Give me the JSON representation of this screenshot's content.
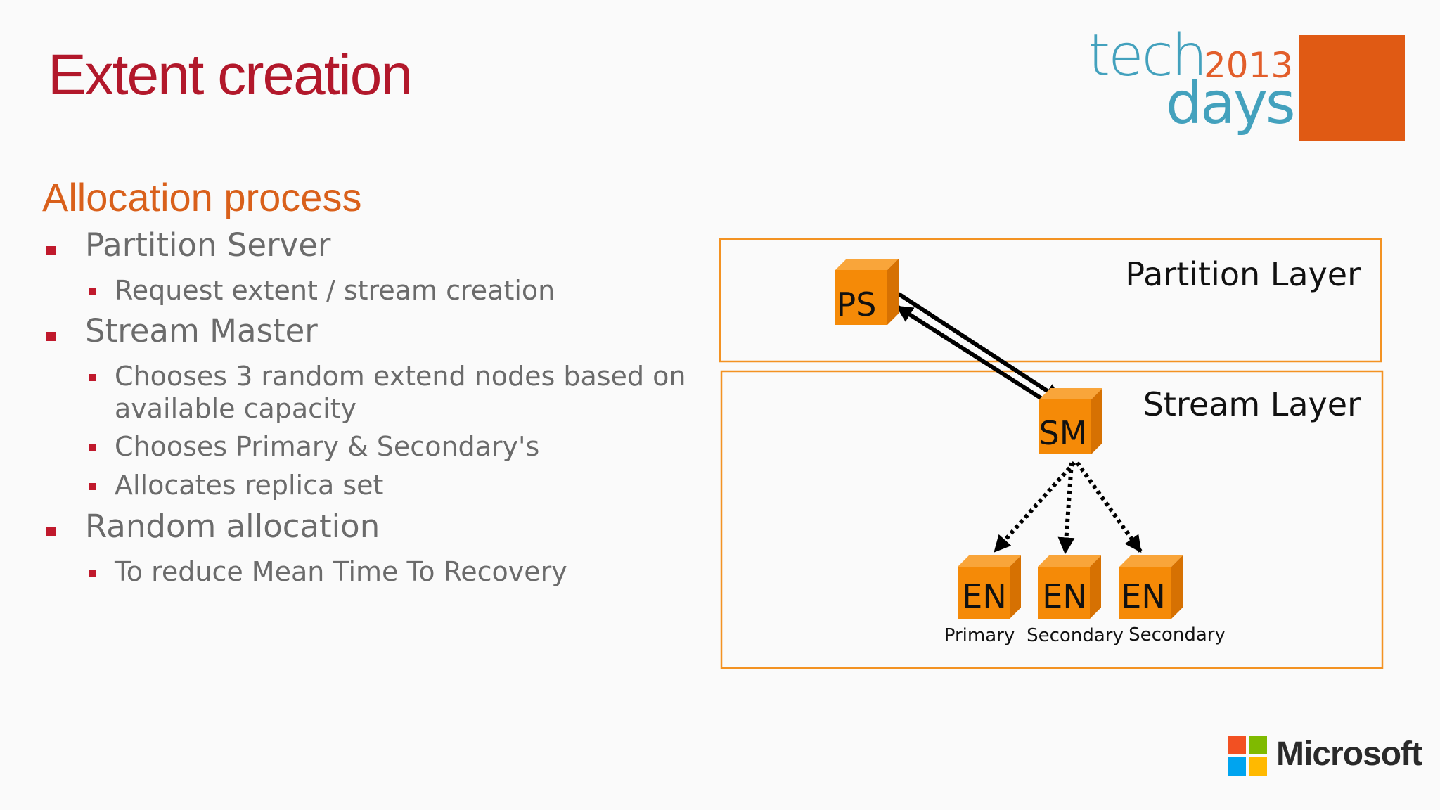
{
  "slide": {
    "title": "Extent creation",
    "subtitle": "Allocation process",
    "bullets": [
      {
        "level": 1,
        "text": "Partition Server"
      },
      {
        "level": 2,
        "text": "Request extent / stream creation"
      },
      {
        "level": 1,
        "text": "Stream Master"
      },
      {
        "level": 2,
        "text": "Chooses 3 random extend nodes based on available capacity"
      },
      {
        "level": 2,
        "text": "Chooses Primary & Secondary's"
      },
      {
        "level": 2,
        "text": "Allocates replica set"
      },
      {
        "level": 1,
        "text": "Random allocation"
      },
      {
        "level": 2,
        "text": "To reduce Mean Time To Recovery"
      }
    ]
  },
  "logo": {
    "tech": "tech",
    "year": "2013",
    "days": "days"
  },
  "diagram": {
    "partition_layer_label": "Partition Layer",
    "stream_layer_label": "Stream Layer",
    "ps_label": "PS",
    "sm_label": "SM",
    "en_nodes": [
      {
        "label": "EN",
        "role": "Primary"
      },
      {
        "label": "EN",
        "role": "Secondary"
      },
      {
        "label": "EN",
        "role": "Secondary"
      }
    ]
  },
  "brand": {
    "name": "Microsoft"
  },
  "colors": {
    "title": "#b2182b",
    "subtitle": "#d9601b",
    "bullet": "#c0192c",
    "box": "#f39222",
    "cube": "#f58a07"
  }
}
